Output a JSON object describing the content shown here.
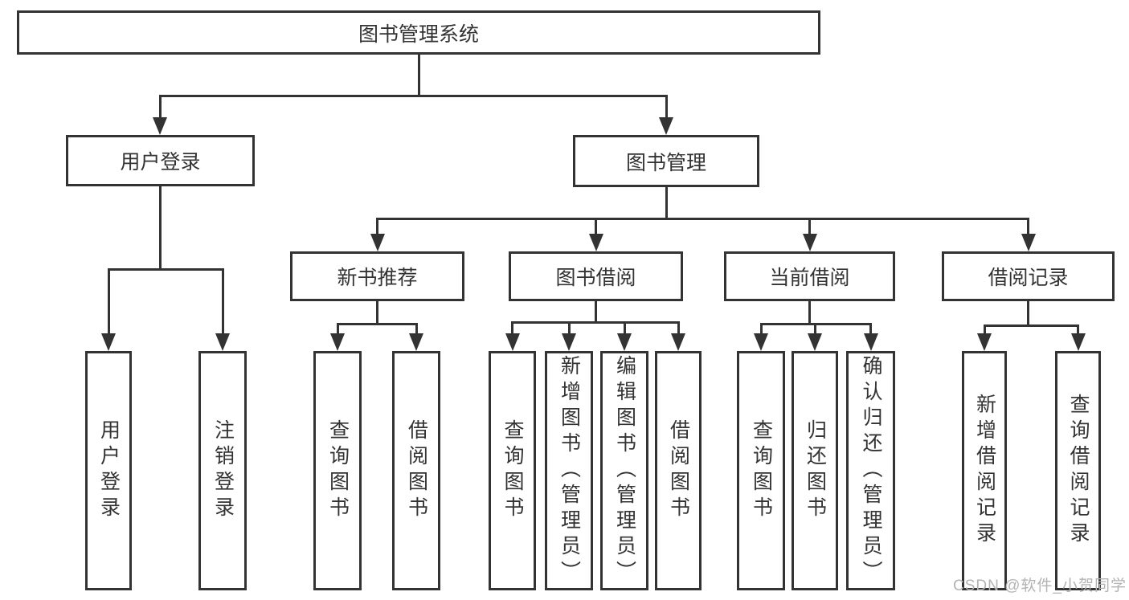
{
  "title": "图书管理系统",
  "watermark": "CSDN @软件_小贺同学",
  "colors": {
    "line": "#333333",
    "text": "#333333",
    "background": "#ffffff",
    "watermark": "#b3b3b3"
  },
  "tree": {
    "root": {
      "label": "图书管理系统"
    },
    "branches": [
      {
        "label": "用户登录",
        "children": [
          {
            "label": "用户登录"
          },
          {
            "label": "注销登录"
          }
        ]
      },
      {
        "label": "图书管理",
        "children": [
          {
            "label": "新书推荐",
            "children": [
              {
                "label": "查询图书"
              },
              {
                "label": "借阅图书"
              }
            ]
          },
          {
            "label": "图书借阅",
            "children": [
              {
                "label": "查询图书"
              },
              {
                "label": "新增图书（管理员）"
              },
              {
                "label": "编辑图书（管理员）"
              },
              {
                "label": "借阅图书"
              }
            ]
          },
          {
            "label": "当前借阅",
            "children": [
              {
                "label": "查询图书"
              },
              {
                "label": "归还图书"
              },
              {
                "label": "确认归还（管理员）"
              }
            ]
          },
          {
            "label": "借阅记录",
            "children": [
              {
                "label": "新增借阅记录"
              },
              {
                "label": "查询借阅记录"
              }
            ]
          }
        ]
      }
    ]
  }
}
